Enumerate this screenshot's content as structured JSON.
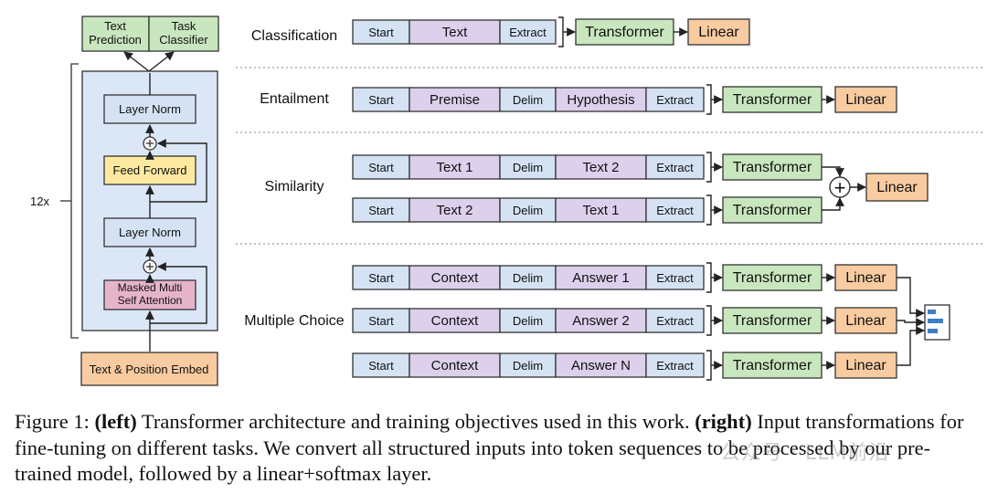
{
  "colors": {
    "green": "#c9e7be",
    "orange": "#f9cba0",
    "blue": "#d4e2f4",
    "purple": "#dcd0ec",
    "yellow": "#fdeaa0",
    "pink": "#e6b4c9",
    "block_bg": "#dbe7f6",
    "stroke": "#333333"
  },
  "left": {
    "heads": [
      "Text\nPrediction",
      "Task\nClassifier"
    ],
    "layer_norm_top": "Layer Norm",
    "feed_forward": "Feed Forward",
    "layer_norm_bottom": "Layer Norm",
    "attention": "Masked Multi\nSelf Attention",
    "repeat": "12x",
    "embed": "Text & Position Embed"
  },
  "right": {
    "plus_symbol": "+",
    "tasks": [
      {
        "name": "Classification",
        "rows": [
          {
            "tokens": [
              "Start",
              "Text",
              "Extract"
            ],
            "transformer": "Transformer",
            "linear": "Linear"
          }
        ]
      },
      {
        "name": "Entailment",
        "rows": [
          {
            "tokens": [
              "Start",
              "Premise",
              "Delim",
              "Hypothesis",
              "Extract"
            ],
            "transformer": "Transformer",
            "linear": "Linear"
          }
        ]
      },
      {
        "name": "Similarity",
        "rows": [
          {
            "tokens": [
              "Start",
              "Text 1",
              "Delim",
              "Text 2",
              "Extract"
            ],
            "transformer": "Transformer"
          },
          {
            "tokens": [
              "Start",
              "Text 2",
              "Delim",
              "Text 1",
              "Extract"
            ],
            "transformer": "Transformer"
          }
        ],
        "linear": "Linear"
      },
      {
        "name": "Multiple Choice",
        "rows": [
          {
            "tokens": [
              "Start",
              "Context",
              "Delim",
              "Answer 1",
              "Extract"
            ],
            "transformer": "Transformer",
            "linear": "Linear"
          },
          {
            "tokens": [
              "Start",
              "Context",
              "Delim",
              "Answer 2",
              "Extract"
            ],
            "transformer": "Transformer",
            "linear": "Linear"
          },
          {
            "tokens": [
              "Start",
              "Context",
              "Delim",
              "Answer N",
              "Extract"
            ],
            "transformer": "Transformer",
            "linear": "Linear"
          }
        ]
      }
    ]
  },
  "caption": {
    "prefix": "Figure 1: ",
    "left_label": "(left)",
    "left_text": " Transformer architecture and training objectives used in this work. ",
    "right_label": "(right)",
    "right_text": " Input transformations for fine-tuning on different tasks. We convert all structured inputs into token sequences to be processed by our pre-trained model, followed by a linear+softmax layer."
  },
  "watermark": "公众号 · LLM前沿"
}
